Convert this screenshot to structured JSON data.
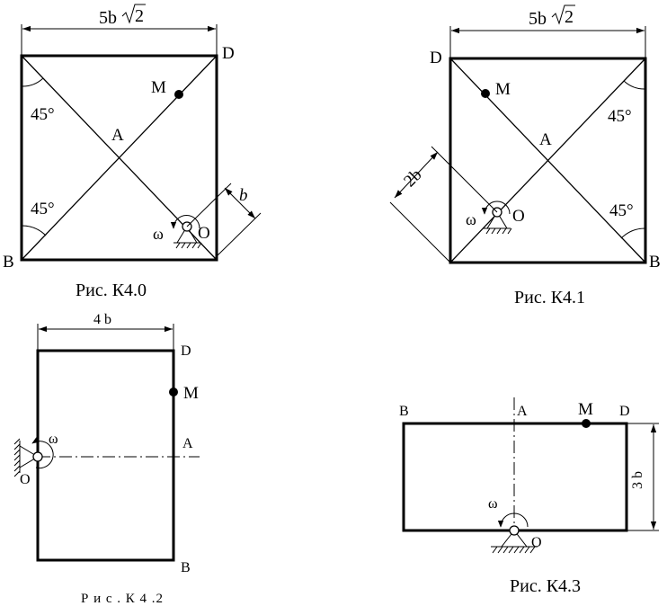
{
  "figures": [
    {
      "id": "k40",
      "caption": "Рис. К4.0",
      "labels": {
        "width_dim": "5b",
        "width_dim_root": "2",
        "side_dim": "b",
        "D": "D",
        "M": "M",
        "A": "A",
        "B": "B",
        "O": "O",
        "omega": "ω",
        "angle_top": "45°",
        "angle_bottom": "45°"
      }
    },
    {
      "id": "k41",
      "caption": "Рис. К4.1",
      "labels": {
        "width_dim": "5b",
        "width_dim_root": "2",
        "side_dim": "2b",
        "D": "D",
        "M": "M",
        "A": "A",
        "B": "B",
        "O": "O",
        "omega": "ω",
        "angle_top": "45°",
        "angle_bottom": "45°"
      }
    },
    {
      "id": "k42",
      "caption": "Р и с . К 4 .2",
      "labels": {
        "width_dim": "4 b",
        "D": "D",
        "M": "M",
        "A": "A",
        "B": "B",
        "O": "O",
        "omega": "ω"
      }
    },
    {
      "id": "k43",
      "caption": "Рис. К4.3",
      "labels": {
        "height_dim": "3 b",
        "B": "B",
        "A": "A",
        "M": "M",
        "D": "D",
        "O": "O",
        "omega": "ω"
      }
    }
  ]
}
